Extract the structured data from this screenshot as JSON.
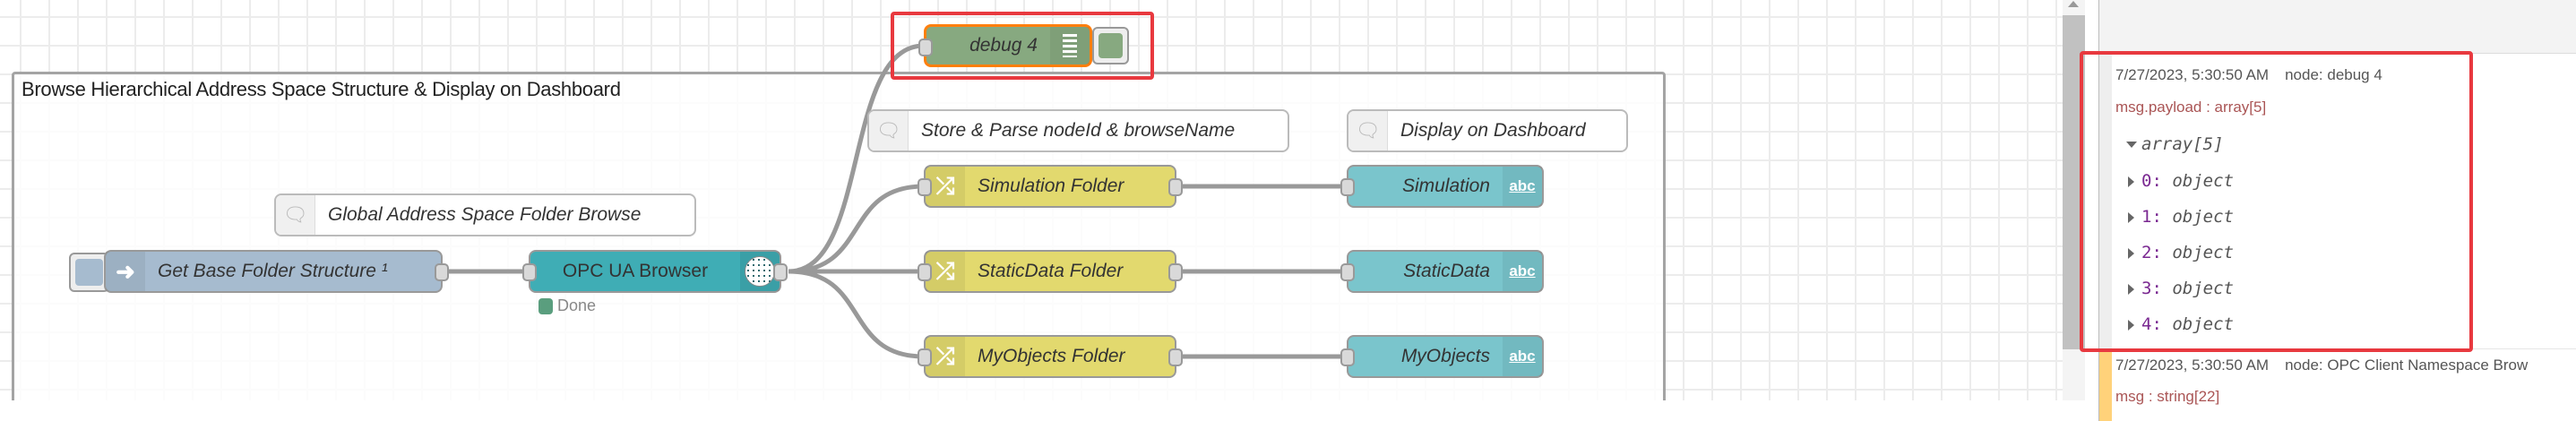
{
  "canvas": {
    "group": {
      "title": "Browse Hierarchical Address Space Structure & Display on Dashboard"
    },
    "comments": [
      {
        "label": "Global Address Space Folder Browse"
      },
      {
        "label": "Store & Parse nodeId & browseName"
      },
      {
        "label": "Display on Dashboard"
      }
    ],
    "inject": {
      "label": "Get Base Folder Structure ¹",
      "color": "#a6bbcf"
    },
    "opcua": {
      "label": "OPC UA Browser",
      "status": "Done",
      "status_color": "#5a9e7e",
      "color": "#3fadb5"
    },
    "debug": {
      "label": "debug 4",
      "color": "#87a980"
    },
    "changes": [
      {
        "label": "Simulation Folder"
      },
      {
        "label": "StaticData Folder"
      },
      {
        "label": "MyObjects Folder"
      }
    ],
    "texts": [
      {
        "label": "Simulation",
        "icon": "abc"
      },
      {
        "label": "StaticData",
        "icon": "abc"
      },
      {
        "label": "MyObjects",
        "icon": "abc"
      }
    ],
    "change_color": "#e2d96e",
    "text_color": "#7ac5cc",
    "highlight_color": "#e8393f"
  },
  "sidebar": {
    "messages": [
      {
        "timestamp": "7/27/2023, 5:30:50 AM",
        "node": "node: debug 4",
        "topic": "msg.payload : array[5]",
        "tree_root": "array[5]",
        "items": [
          {
            "key": "0:",
            "value": "object"
          },
          {
            "key": "1:",
            "value": "object"
          },
          {
            "key": "2:",
            "value": "object"
          },
          {
            "key": "3:",
            "value": "object"
          },
          {
            "key": "4:",
            "value": "object"
          }
        ]
      },
      {
        "timestamp": "7/27/2023, 5:30:50 AM",
        "node": "node: OPC Client Namespace Brow",
        "topic": "msg : string[22]"
      }
    ]
  }
}
